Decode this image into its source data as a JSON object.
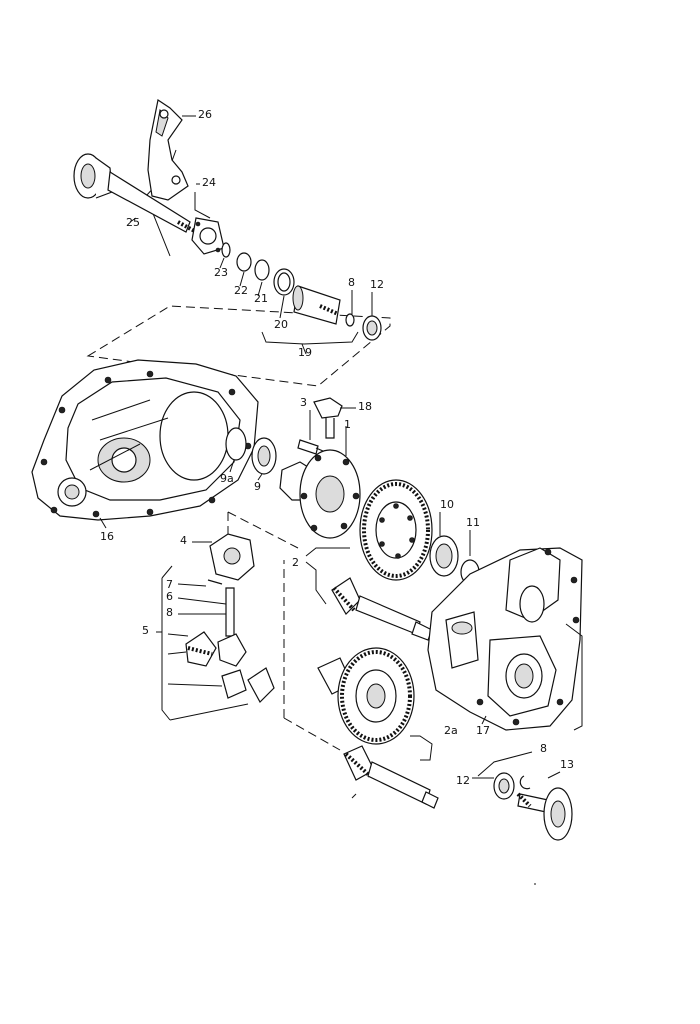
{
  "diagram": {
    "labels": {
      "l26": "26",
      "l24": "24",
      "l25": "25",
      "l23": "23",
      "l22": "22",
      "l21": "21",
      "l20": "20",
      "l8a": "8",
      "l12a": "12",
      "l19": "19",
      "l3": "3",
      "l18": "18",
      "l1": "1",
      "l9a": "9a",
      "l9": "9",
      "l16": "16",
      "l4": "4",
      "l7": "7",
      "l6": "6",
      "l8b": "8",
      "l5": "5",
      "l2": "2",
      "l10": "10",
      "l11": "11",
      "l2a": "2a",
      "l17": "17",
      "l8c": "8",
      "l12b": "12",
      "l13": "13"
    },
    "colors": {
      "line": "#111111",
      "background": "#ffffff"
    }
  }
}
